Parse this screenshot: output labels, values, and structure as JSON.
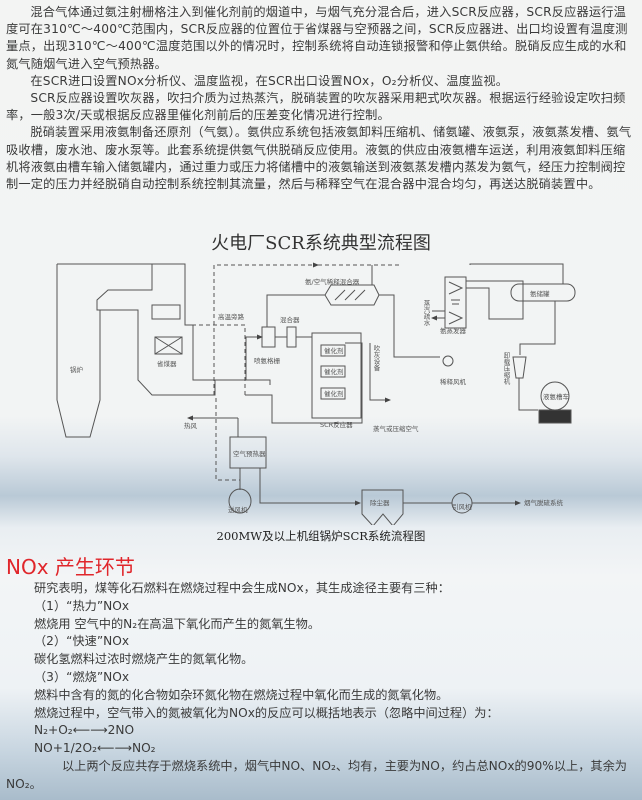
{
  "intro_paragraphs": [
    "混合气体通过氨注射栅格注入到催化剂前的烟道中，与烟气充分混合后，进入SCR反应器，SCR反应器运行温度可在310℃～400℃范围内，SCR反应器的位置位于省煤器与空预器之间，SCR反应器进、出口均设置有温度测量点，出现310℃～400℃温度范围以外的情况时，控制系统将自动连锁报警和停止氨供给。脱硝反应生成的水和氮气随烟气进入空气预热器。",
    "在SCR进口设置NOx分析仪、温度监视，在SCR出口设置NOx，O₂分析仪、温度监视。",
    "SCR反应器设置吹灰器，吹扫介质为过热蒸汽，脱硝装置的吹灰器采用耙式吹灰器。根据运行经验设定吹扫频率，一般3次/天或根据反应器里催化剂前后的压差变化情况进行控制。",
    "脱硝装置采用液氨制备还原剂（气氨）。氨供应系统包括液氨卸料压缩机、储氨罐、液氨泵，液氨蒸发槽、氨气吸收槽，废水池、废水泵等。此套系统提供氨气供脱硝反应使用。液氨的供应由液氨槽车运送，利用液氨卸料压缩机将液氨由槽车输入储氨罐内，通过重力或压力将储槽中的液氨输送到液氨蒸发槽内蒸发为氨气，经压力控制阀控制一定的压力并经脱硝自动控制系统控制其流量，然后与稀释空气在混合器中混合均匀，再送达脱硝装置中。"
  ],
  "diagram": {
    "title": "火电厂SCR系统典型流程图",
    "caption": "200MW及以上机组锅炉SCR系统流程图",
    "labels": {
      "boiler": "锅炉",
      "economizer": "省煤器",
      "bypass": "高温旁路",
      "ammonia_grid": "喷氨格栅",
      "mixer": "混合器",
      "dilution_mixer": "氨/空气稀释混合器",
      "catalyst": "催化剂",
      "soot_blower": "吹灰设备",
      "dilution_fan": "稀释风机",
      "evaporator": "氨蒸发器",
      "steam_drain": "蒸汽疏水",
      "storage_tank": "氨储罐",
      "unload_compressor": "卸载压缩机",
      "tank_truck": "液氨槽车",
      "scr_reactor": "SCR反应器",
      "steam_air": "蒸气或压缩空气",
      "hot_air": "热风",
      "air_preheater": "空气预热器",
      "fd_fan": "送风机",
      "precipitator": "除尘器",
      "id_fan": "引风机",
      "fgd": "烟气脱硫系统"
    }
  },
  "nox": {
    "heading": "NOx 产生环节",
    "lines": [
      "研究表明，煤等化石燃料在燃烧过程中会生成NOx，其生成途径主要有三种：",
      "（1）“热力”NOx",
      "燃烧用 空气中的N₂在高温下氧化而产生的氮氧生物。",
      "（2）“快速”NOx",
      "碳化氢燃料过浓时燃烧产生的氮氧化物。",
      "（3）“燃烧”NOx",
      "燃料中含有的氮的化合物如杂环氮化物在燃烧过程中氧化而生成的氮氧化物。",
      "燃烧过程中，空气带入的氮被氧化为NOx的反应可以概括地表示（忽略中间过程）为：",
      "N₂+O₂⟵⟶2NO",
      "NO+1/2O₂⟵⟶NO₂"
    ],
    "closing": "以上两个反应共存于燃烧系统中，烟气中NO、NO₂、均有，主要为NO，约占总NOx的90%以上，其余为NO₂。"
  },
  "colors": {
    "heading": "#e0262b",
    "text": "#3a3a3a",
    "line": "#555555"
  }
}
